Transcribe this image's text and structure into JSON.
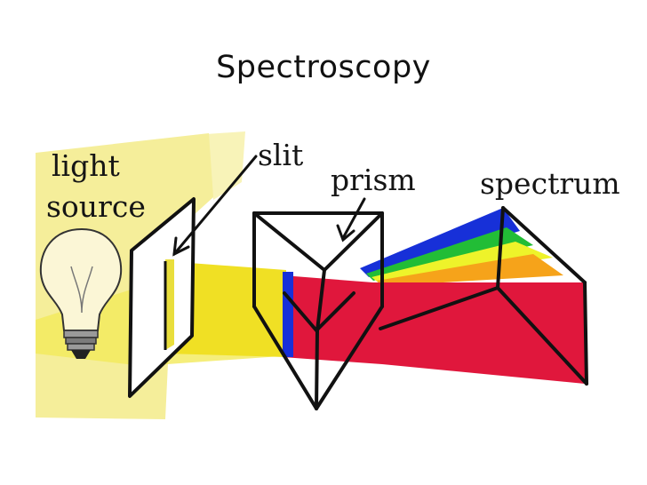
{
  "title": "Spectroscopy",
  "labels": {
    "light_source_line1": "light",
    "light_source_line2": "source",
    "slit": "slit",
    "prism": "prism",
    "spectrum": "spectrum"
  },
  "colors": {
    "background_panel": "#f5ee9a",
    "light_beam": "#f2ea5a",
    "beam_core": "#f0e024",
    "dispersed_red": "#e0173c",
    "dispersed_orange": "#f6a31a",
    "dispersed_yellow": "#eef32a",
    "dispersed_green": "#22bd36",
    "dispersed_blue": "#1730d8",
    "outline": "#111111"
  },
  "icons": [
    "light-bulb-icon",
    "arrow-icon"
  ]
}
